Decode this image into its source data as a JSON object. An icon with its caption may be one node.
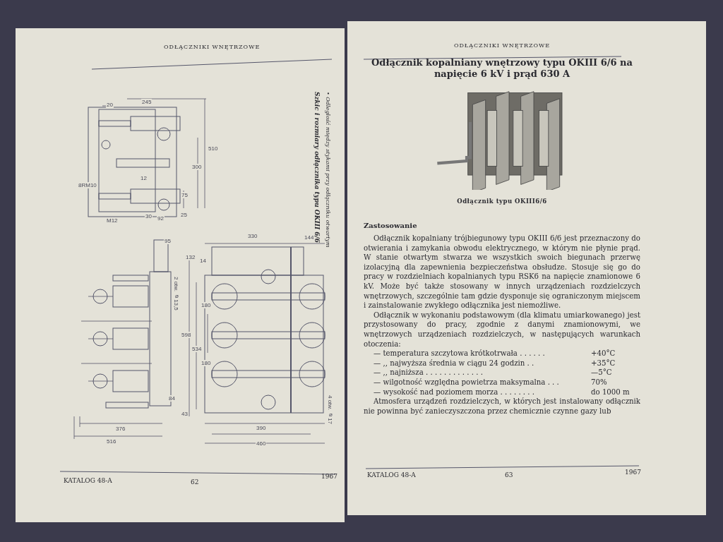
{
  "diagram": {
    "title": "Odłącznik kopalniany wnętrzowy typu OKIII 6/6 na napięcie 6 kV i prąd 630 A",
    "caption": "Odłącznik typu OKIII6/6",
    "labels": [
      "ODŁĄCZNIKI WNĘTRZOWE",
      "245",
      "20",
      "8RM10",
      "510",
      "300",
      "12",
      "75",
      "M12",
      "30",
      "92",
      "25",
      "95",
      "2 otw. ⌀13,5",
      "84",
      "376",
      "516",
      "330",
      "144",
      "132",
      "14",
      "598",
      "534",
      "180",
      "180",
      "43",
      "390",
      "460",
      "4 otw. ⌀17",
      "Szkic i rozmiary odłącznika typu OKIII 6/6",
      "• Odległość między stykami przy odłączniku otwartym",
      "KATALOG 48-A",
      "62",
      "1967",
      "ODŁĄCZNIKI WNĘTRZOWE",
      "Zastosowanie",
      "Odłącznik kopalniany trójbiegunowy typu OKIII 6/6 jest przeznaczony do otwierania i zamykania obwodu elektrycznego, w którym nie płynie prąd. W stanie otwartym stwarza we wszystkich swoich biegunach przerwę izolacyjną dla zapewnienia bezpieczeństwa obsłudze. Stosuje się go do pracy w rozdzielniach kopalnianych typu RSK6 na napięcie znamionowe 6 kV. Może być także stosowany w innych urządzeniach rozdzielczych wnętrzowych, szczególnie tam gdzie dysponuje się ograniczonym miejscem i zainstalowanie zwykłego odłącznika jest niemożliwe.",
      "Odłącznik w wykonaniu podstawowym (dla klimatu umiarkowanego) jest przystosowany do pracy, zgodnie z danymi znamionowymi, we wnętrzowych urządzeniach rozdzielczych, w następujących warunkach otoczenia:",
      "— temperatura szczytowa krótkotrwała . . . . . .",
      "+40°C",
      "— ,, najwyższa średnia w ciągu 24 godzin . .",
      "+35°C",
      "— ,, najniższa . . . . . . . . . . . . .",
      "—5°C",
      "— wilgotność względna powietrza maksymalna . . .",
      "70%",
      "— wysokość nad poziomem morza . . . . . . . .",
      "do 1000 m",
      "Atmosfera urządzeń rozdzielczych, w których jest instalowany odłącznik nie powinna być zanieczyszczona przez chemicznie czynne gazy lub",
      "KATALOG 48-A",
      "63",
      "1967"
    ]
  }
}
